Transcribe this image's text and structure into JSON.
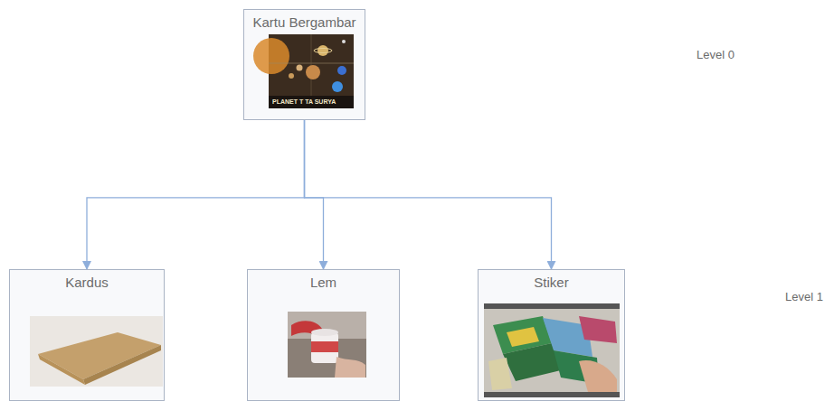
{
  "diagram": {
    "nodes": [
      {
        "text": [
          "Kartu Bergambar"
        ]
      },
      {
        "text": [
          "Kardus"
        ]
      },
      {
        "text": [
          "Lem"
        ]
      },
      {
        "text": [
          "Stiker"
        ]
      }
    ],
    "edges": [
      {
        "from": 0,
        "to": 1,
        "arrow": "to"
      },
      {
        "from": 0,
        "to": 2,
        "arrow": "to"
      },
      {
        "from": 0,
        "to": 3,
        "arrow": "to"
      }
    ],
    "labels": [
      "Level 0",
      "Level 1",
      "PLANET T TA SURYA"
    ]
  }
}
